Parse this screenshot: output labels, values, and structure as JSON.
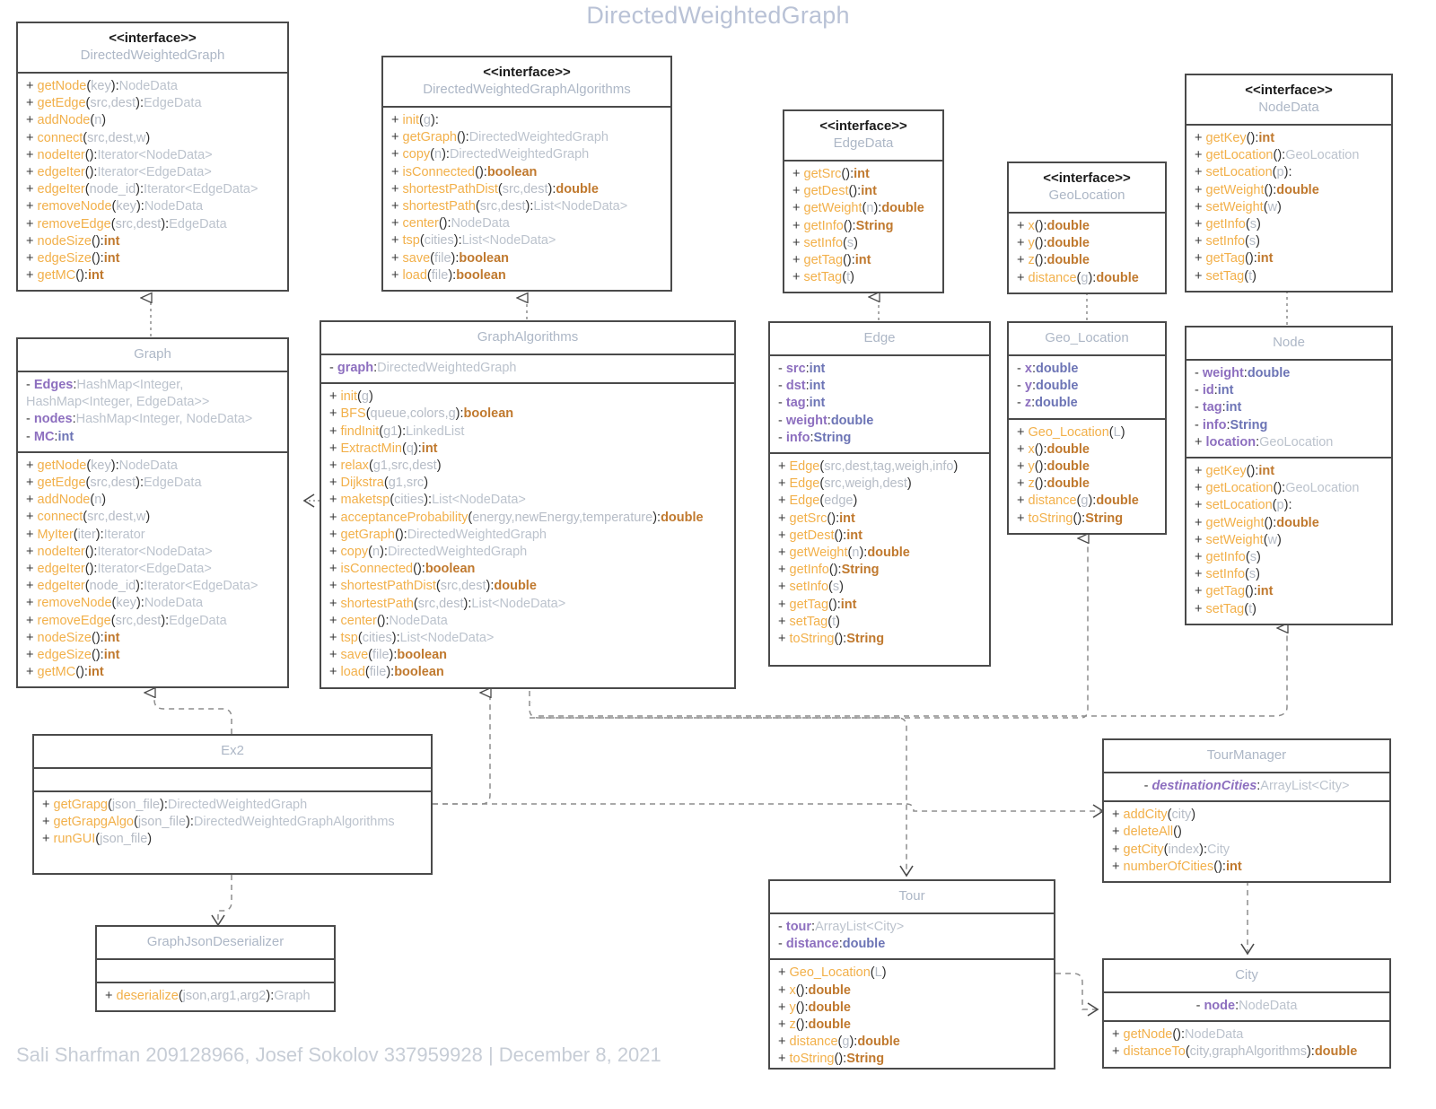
{
  "title": "DirectedWeightedGraph",
  "footer": "Sali Sharfman 209128966, Josef Sokolov 337959928 |  December 8, 2021",
  "classes": {
    "dwg_iface": {
      "stereotype": "<<interface>>",
      "name": "DirectedWeightedGraph",
      "methods": [
        "+ getNode(key):NodeData",
        "+ getEdge(src,dest):EdgeData",
        "+ addNode(n)",
        "+ connect(src,dest,w)",
        "+ nodeIter():Iterator<NodeData>",
        "+ edgeIter():Iterator<EdgeData>",
        "+ edgeIter(node_id):Iterator<EdgeData>",
        "+ removeNode(key):NodeData",
        "+ removeEdge(src,dest):EdgeData",
        "+ nodeSize():int",
        "+ edgeSize():int",
        "+ getMC():int"
      ]
    },
    "dwga_iface": {
      "stereotype": "<<interface>>",
      "name": "DirectedWeightedGraphAlgorithms",
      "methods": [
        "+ init(g):",
        "+ getGraph():DirectedWeightedGraph",
        "+ copy(n):DirectedWeightedGraph",
        "+ isConnected():boolean",
        "+ shortestPathDist(src,dest):double",
        "+ shortestPath(src,dest):List<NodeData>",
        "+ center():NodeData",
        "+ tsp(cities):List<NodeData>",
        "+ save(file):boolean",
        "+ load(file):boolean"
      ]
    },
    "edgedata_iface": {
      "stereotype": "<<interface>>",
      "name": "EdgeData",
      "methods": [
        "+ getSrc():int",
        "+ getDest():int",
        "+ getWeight(n):double",
        "+ getInfo():String",
        "+ setInfo(s)",
        "+ getTag():int",
        "+ setTag(t)"
      ]
    },
    "geolocation_iface": {
      "stereotype": "<<interface>>",
      "name": "GeoLocation",
      "methods": [
        "+ x():double",
        "+ y():double",
        "+ z():double",
        "+ distance(g):double"
      ]
    },
    "nodedata_iface": {
      "stereotype": "<<interface>>",
      "name": "NodeData",
      "methods": [
        "+ getKey():int",
        "+ getLocation():GeoLocation",
        "+ setLocation(p):",
        "+ getWeight():double",
        "+ setWeight(w)",
        "+ getInfo(s)",
        "+ setInfo(s)",
        "+ getTag():int",
        "+ setTag(t)"
      ]
    },
    "graph": {
      "name": "Graph",
      "fields": [
        "- Edges:HashMap<Integer, HashMap<Integer, EdgeData>>",
        "- nodes:HashMap<Integer, NodeData>",
        "- MC:int"
      ],
      "methods": [
        "+ getNode(key):NodeData",
        "+ getEdge(src,dest):EdgeData",
        "+ addNode(n)",
        "+ connect(src,dest,w)",
        "+ MyIter(iter):Iterator",
        "+ nodeIter():Iterator<NodeData>",
        "+ edgeIter():Iterator<EdgeData>",
        "+ edgeIter(node_id):Iterator<EdgeData>",
        "+ removeNode(key):NodeData",
        "+ removeEdge(src,dest):EdgeData",
        "+ nodeSize():int",
        "+ edgeSize():int",
        "+ getMC():int"
      ]
    },
    "graphalgorithms": {
      "name": "GraphAlgorithms",
      "fields": [
        "- graph:DirectedWeightedGraph"
      ],
      "methods": [
        "+ init(g)",
        "+ BFS(queue,colors,g):boolean",
        "+ findInit(g1):LinkedList",
        "+ ExtractMin(q):int",
        "+ relax(g1,src,dest)",
        "+ Dijkstra(g1,src)",
        "+ maketsp(cities):List<NodeData>",
        "+ acceptanceProbability(energy,newEnergy,temperature):double",
        "+ getGraph():DirectedWeightedGraph",
        "+ copy(n):DirectedWeightedGraph",
        "+ isConnected():boolean",
        "+ shortestPathDist(src,dest):double",
        "+ shortestPath(src,dest):List<NodeData>",
        "+ center():NodeData",
        "+ tsp(cities):List<NodeData>",
        "+ save(file):boolean",
        "+ load(file):boolean"
      ]
    },
    "edge": {
      "name": "Edge",
      "fields": [
        "- src:int",
        "- dst:int",
        "- tag:int",
        "- weight:double",
        "- info:String"
      ],
      "methods": [
        "+ Edge(src,dest,tag,weigh,info)",
        "+ Edge(src,weigh,dest)",
        "+ Edge(edge)",
        "+ getSrc():int",
        "+ getDest():int",
        "+ getWeight(n):double",
        "+ getInfo():String",
        "+ setInfo(s)",
        "+ getTag():int",
        "+ setTag(t)",
        "+ toString():String"
      ]
    },
    "geo_location": {
      "name": "Geo_Location",
      "fields": [
        "- x:double",
        "- y:double",
        "- z:double"
      ],
      "methods": [
        "+ Geo_Location(L)",
        "+ x():double",
        "+ y():double",
        "+ z():double",
        "+ distance(g):double",
        "+ toString():String"
      ]
    },
    "node": {
      "name": "Node",
      "fields": [
        "- weight:double",
        "- id:int",
        "- tag:int",
        "- info:String",
        "+ location:GeoLocation"
      ],
      "methods": [
        "+ getKey():int",
        "+ getLocation():GeoLocation",
        "+ setLocation(p):",
        "+ getWeight():double",
        "+ setWeight(w)",
        "+ getInfo(s)",
        "+ setInfo(s)",
        "+ getTag():int",
        "+ setTag(t)"
      ]
    },
    "ex2": {
      "name": "Ex2",
      "fields": [],
      "methods": [
        "+ getGrapg(json_file):DirectedWeightedGraph",
        "+ getGrapgAlgo(json_file):DirectedWeightedGraphAlgorithms",
        "+ runGUI(json_file)"
      ]
    },
    "graphjsondeserializer": {
      "name": "GraphJsonDeserializer",
      "fields": [],
      "methods": [
        "+ deserialize(json,arg1,arg2):Graph"
      ]
    },
    "tourmanager": {
      "name": "TourManager",
      "fields": [
        "- destinationCities:ArrayList<City>"
      ],
      "methods": [
        "+ addCity(city)",
        "+ deleteAll()",
        "+ getCity(index):City",
        "+ numberOfCities():int"
      ]
    },
    "tour": {
      "name": "Tour",
      "fields": [
        "- tour:ArrayList<City>",
        "- distance:double"
      ],
      "methods": [
        "+ Geo_Location(L)",
        "+ x():double",
        "+ y():double",
        "+ z():double",
        "+ distance(g):double",
        "+ toString():String"
      ]
    },
    "city": {
      "name": "City",
      "fields": [
        "- node:NodeData"
      ],
      "methods": [
        "+ getNode():NodeData",
        "+ distanceTo(city,graphAlgorithms):double"
      ]
    }
  },
  "colors": {
    "title": "#b9c2d6",
    "box_border": "#4a4a4a",
    "method_name": "#f2b04a",
    "field_name": "#8d6fbf",
    "primitive_type": "#c0792e",
    "class_type": "#bcc3cd",
    "connector": "#6f6f6f"
  }
}
